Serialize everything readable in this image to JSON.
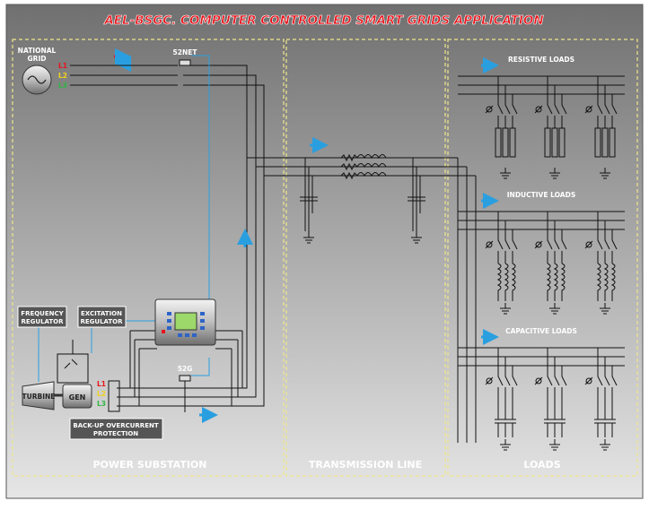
{
  "title": "AEL-BSGC. COMPUTER CONTROLLED SMART GRIDS APPLICATION",
  "sections": {
    "power_substation": "POWER SUBSTATION",
    "transmission_line": "TRANSMISSION LINE",
    "loads": "LOADS"
  },
  "national_grid": {
    "line1": "NATIONAL",
    "line2": "GRID"
  },
  "phases": [
    "L1",
    "L2",
    "L3"
  ],
  "breakers": {
    "net": "52NET",
    "gen": "52G"
  },
  "labels": {
    "frequency_regulator": [
      "FREQUENCY",
      "REGULATOR"
    ],
    "excitation_regulator": [
      "EXCITATION",
      "REGULATOR"
    ],
    "turbine": "TURBINE",
    "generator": "GEN",
    "backup": [
      "BACK-UP OVERCURRENT",
      "PROTECTION"
    ]
  },
  "load_groups": {
    "resistive": "RESISTIVE LOADS",
    "inductive": "INDUCTIVE LOADS",
    "capacitive": "CAPACITIVE LOADS"
  },
  "colors": {
    "title": "#e8141b",
    "l1": "#e8141b",
    "l2": "#f0d21a",
    "l3": "#2fb544",
    "arrow": "#2a9fe0",
    "frame": "#f0e68c",
    "wire": "#111111"
  }
}
